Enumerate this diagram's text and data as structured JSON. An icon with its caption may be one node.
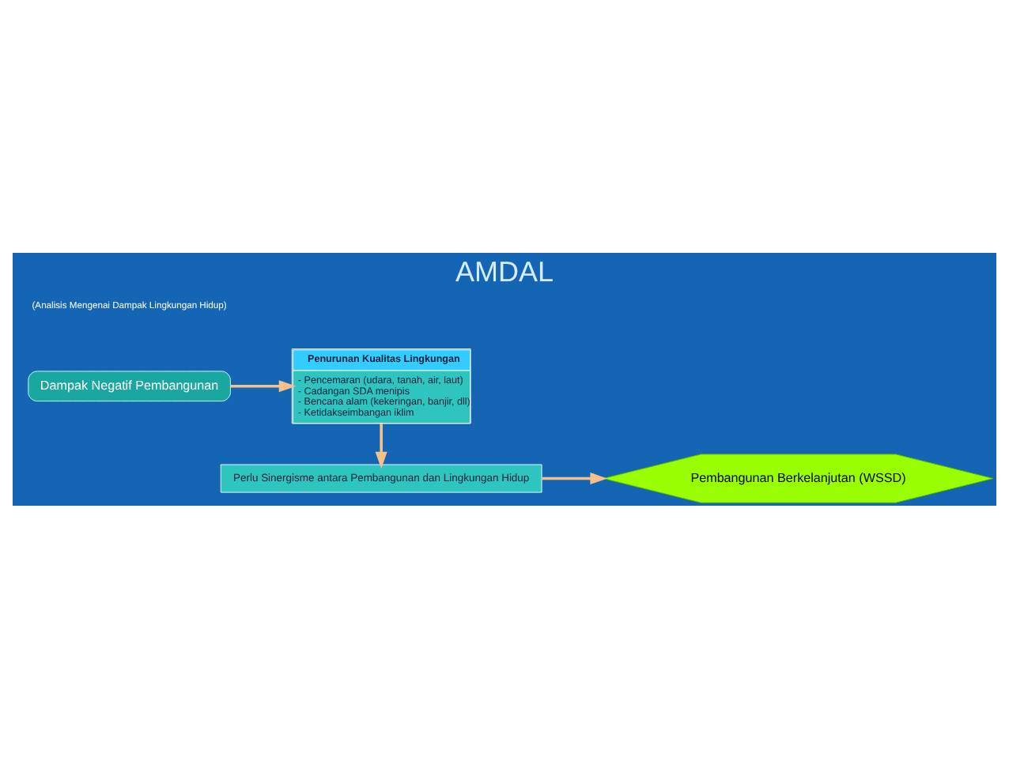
{
  "diagram": {
    "title": "AMDAL",
    "nodes": [
      {
        "text": [
          "Dampak Negatif Pembangunan"
        ]
      },
      {
        "text": [
          "Penurunan Kualitas Lingkungan",
          "- Pencemaran (udara, tanah, air, laut)",
          "- Cadangan SDA menipis",
          "- Bencana alam (kekeringan, banjir, dll)",
          "- Ketidakseimbangan iklim"
        ]
      },
      {
        "text": [
          "Perlu Sinergisme antara Pembangunan dan Lingkungan Hidup"
        ]
      },
      {
        "text": [
          "Pembangunan Berkelanjutan (WSSD)"
        ]
      }
    ],
    "edges": [
      {
        "from": 0,
        "to": 1,
        "arrow": "to"
      },
      {
        "from": 1,
        "to": 2,
        "arrow": "to"
      },
      {
        "from": 2,
        "to": 3,
        "arrow": "to"
      }
    ],
    "labels": [
      "(Analisis Mengenai Dampak Lingkungan Hidup)"
    ]
  }
}
